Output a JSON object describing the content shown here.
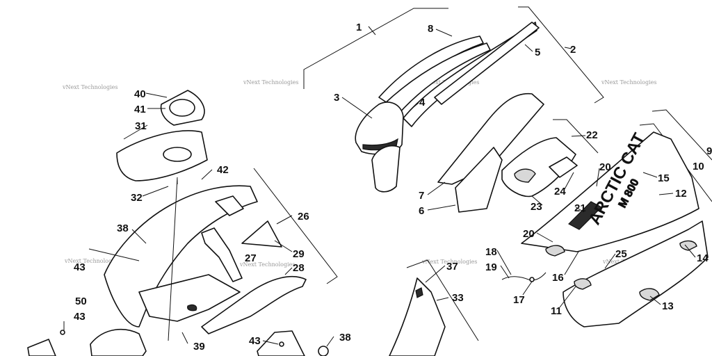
{
  "watermark": "vNext Technologies",
  "logo": {
    "brand": "ARCTIC CAT",
    "model": "M 800"
  },
  "callouts": [
    {
      "id": "c1",
      "text": "1"
    },
    {
      "id": "c2",
      "text": "2"
    },
    {
      "id": "c3",
      "text": "3"
    },
    {
      "id": "c4",
      "text": "4"
    },
    {
      "id": "c5",
      "text": "5"
    },
    {
      "id": "c6",
      "text": "6"
    },
    {
      "id": "c7",
      "text": "7"
    },
    {
      "id": "c8",
      "text": "8"
    },
    {
      "id": "c9",
      "text": "9"
    },
    {
      "id": "c10",
      "text": "10"
    },
    {
      "id": "c11",
      "text": "11"
    },
    {
      "id": "c12",
      "text": "12"
    },
    {
      "id": "c13",
      "text": "13"
    },
    {
      "id": "c14",
      "text": "14"
    },
    {
      "id": "c15",
      "text": "15"
    },
    {
      "id": "c16",
      "text": "16"
    },
    {
      "id": "c17",
      "text": "17"
    },
    {
      "id": "c18",
      "text": "18"
    },
    {
      "id": "c19",
      "text": "19"
    },
    {
      "id": "c20a",
      "text": "20"
    },
    {
      "id": "c20b",
      "text": "20"
    },
    {
      "id": "c21",
      "text": "21"
    },
    {
      "id": "c22",
      "text": "22"
    },
    {
      "id": "c23",
      "text": "23"
    },
    {
      "id": "c24",
      "text": "24"
    },
    {
      "id": "c25",
      "text": "25"
    },
    {
      "id": "c26",
      "text": "26"
    },
    {
      "id": "c27",
      "text": "27"
    },
    {
      "id": "c28",
      "text": "28"
    },
    {
      "id": "c29",
      "text": "29"
    },
    {
      "id": "c31",
      "text": "31"
    },
    {
      "id": "c32",
      "text": "32"
    },
    {
      "id": "c33",
      "text": "33"
    },
    {
      "id": "c37",
      "text": "37"
    },
    {
      "id": "c38a",
      "text": "38"
    },
    {
      "id": "c38b",
      "text": "38"
    },
    {
      "id": "c39",
      "text": "39"
    },
    {
      "id": "c40",
      "text": "40"
    },
    {
      "id": "c41",
      "text": "41"
    },
    {
      "id": "c42",
      "text": "42"
    },
    {
      "id": "c43a",
      "text": "43"
    },
    {
      "id": "c43b",
      "text": "43"
    },
    {
      "id": "c43c",
      "text": "43"
    },
    {
      "id": "c50",
      "text": "50"
    }
  ]
}
